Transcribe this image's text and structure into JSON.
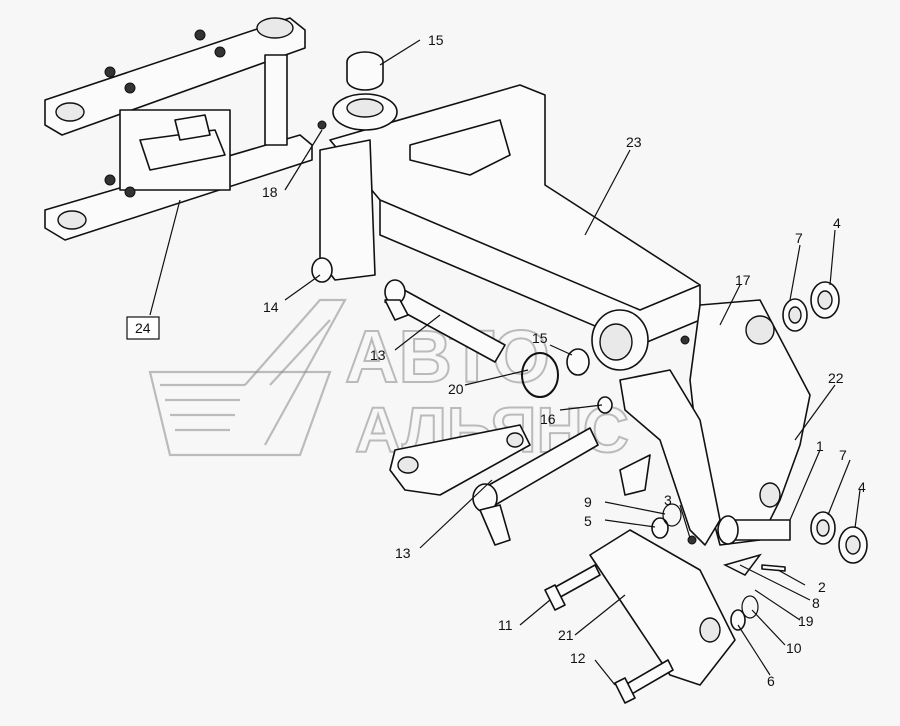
{
  "watermark": {
    "line1": "АВТО",
    "line2": "АЛЬЯНС"
  },
  "callouts": [
    {
      "id": "c1",
      "text": "1"
    },
    {
      "id": "c2",
      "text": "2"
    },
    {
      "id": "c3",
      "text": "3"
    },
    {
      "id": "c4a",
      "text": "4"
    },
    {
      "id": "c4b",
      "text": "4"
    },
    {
      "id": "c5",
      "text": "5"
    },
    {
      "id": "c6",
      "text": "6"
    },
    {
      "id": "c7a",
      "text": "7"
    },
    {
      "id": "c7b",
      "text": "7"
    },
    {
      "id": "c8",
      "text": "8"
    },
    {
      "id": "c9",
      "text": "9"
    },
    {
      "id": "c10",
      "text": "10"
    },
    {
      "id": "c11",
      "text": "11"
    },
    {
      "id": "c12",
      "text": "12"
    },
    {
      "id": "c13a",
      "text": "13"
    },
    {
      "id": "c13b",
      "text": "13"
    },
    {
      "id": "c14",
      "text": "14"
    },
    {
      "id": "c15a",
      "text": "15"
    },
    {
      "id": "c15b",
      "text": "15"
    },
    {
      "id": "c16",
      "text": "16"
    },
    {
      "id": "c17",
      "text": "17"
    },
    {
      "id": "c18",
      "text": "18"
    },
    {
      "id": "c19",
      "text": "19"
    },
    {
      "id": "c20",
      "text": "20"
    },
    {
      "id": "c21",
      "text": "21"
    },
    {
      "id": "c22",
      "text": "22"
    },
    {
      "id": "c23",
      "text": "23"
    },
    {
      "id": "c24",
      "text": "24"
    }
  ]
}
